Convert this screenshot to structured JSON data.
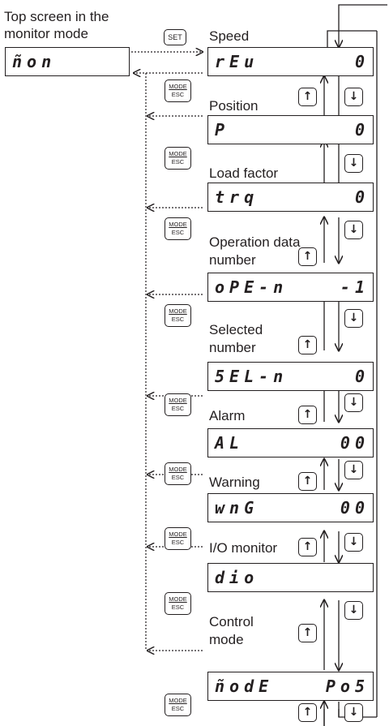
{
  "top_label": [
    "Top screen in the",
    "monitor mode"
  ],
  "top_display": "ñon",
  "keys": {
    "set": "SET",
    "mode_top": "MODE",
    "mode_bottom": "ESC",
    "up": "↑",
    "down": "↓"
  },
  "items": [
    {
      "label": [
        "Speed"
      ],
      "display_left": "rEu",
      "display_right": "0"
    },
    {
      "label": [
        "Position"
      ],
      "display_left": "P",
      "display_right": "0"
    },
    {
      "label": [
        "Load factor"
      ],
      "display_left": "trq",
      "display_right": "0"
    },
    {
      "label": [
        "Operation data",
        "number"
      ],
      "display_left": "oPE-n",
      "display_right": "-1"
    },
    {
      "label": [
        "Selected",
        "number"
      ],
      "display_left": "5EL-n",
      "display_right": "0"
    },
    {
      "label": [
        "Alarm"
      ],
      "display_left": "AL",
      "display_right": "00"
    },
    {
      "label": [
        "Warning"
      ],
      "display_left": "wnG",
      "display_right": "00"
    },
    {
      "label": [
        "I/O monitor"
      ],
      "display_left": "dio",
      "display_right": ""
    },
    {
      "label": [
        "Control",
        "mode"
      ],
      "display_left": "ñodE",
      "display_right": "Po5"
    }
  ]
}
